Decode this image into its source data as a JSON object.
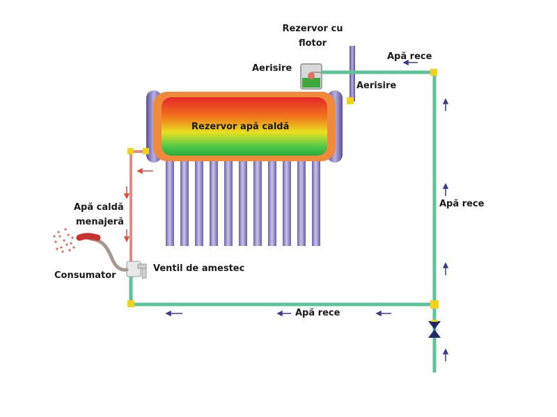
{
  "diagram": {
    "labels": {
      "float_tank": "Rezervor cu",
      "float_tank_2": "flotor",
      "cold_water_top": "Apă rece",
      "vent_left": "Aerisire",
      "vent_right": "Aerisire",
      "hot_tank": "Rezervor apă caldă",
      "cold_water_right": "Apă rece",
      "hot_water_1": "Apă caldă",
      "hot_water_2": "menajeră",
      "mixing_valve": "Ventil de amestec",
      "consumer": "Consumator",
      "cold_water_bottom": "Apă rece"
    },
    "colors": {
      "cold_pipe": "#5fc39a",
      "hot_pipe": "#e08a86",
      "tank_outer": "#f07a2a",
      "tank_cap": "#7b6fb0",
      "tube": "#8a80c0",
      "joint": "#f2d21a",
      "arrow": "#3a3a90",
      "hot_arrow": "#e04a40"
    }
  }
}
